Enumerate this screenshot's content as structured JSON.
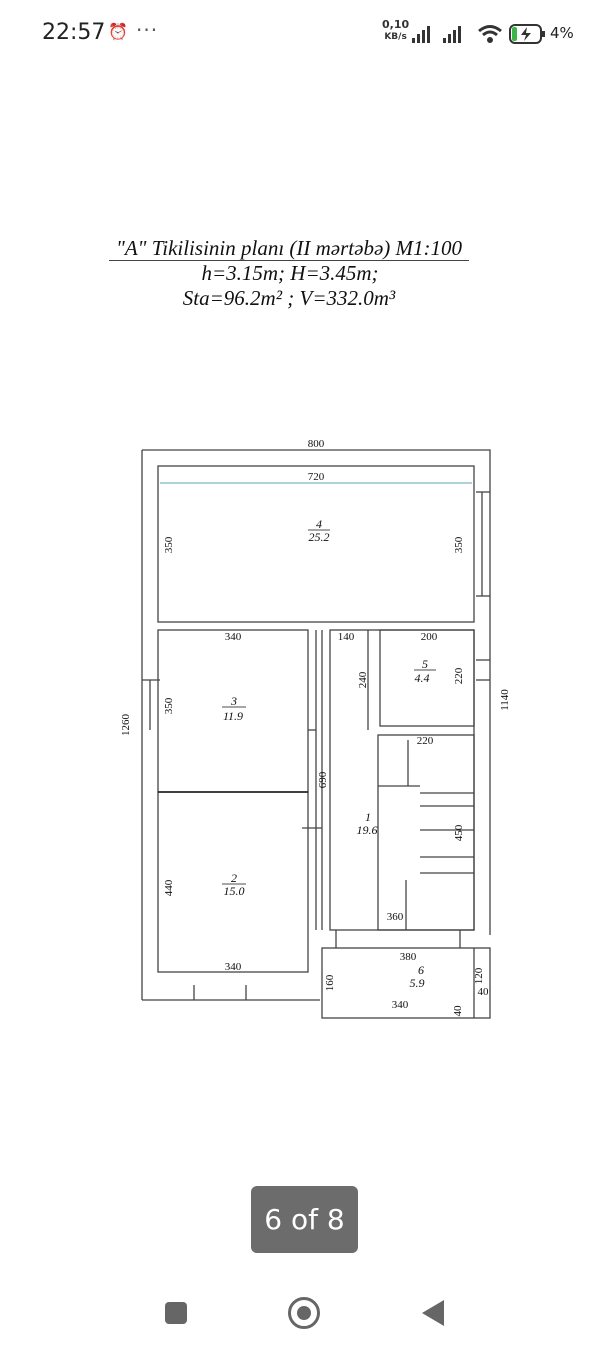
{
  "status_bar": {
    "time": "22:57",
    "alarm_icon": "alarm-clock-icon",
    "more": "···",
    "net_speed_value": "0,10",
    "net_speed_unit": "KB/s",
    "signal_icons": [
      "signal-icon",
      "signal-icon"
    ],
    "wifi_icon": "wifi-icon",
    "battery_icon": "battery-charging-icon",
    "battery_percent": "4%"
  },
  "document": {
    "title_line1": "\"A\" Tikilisinin planı (II mərtəbə) M1:100",
    "title_line2": "h=3.15m; H=3.45m;",
    "title_line3": "Sta=96.2m² ; V=332.0m³"
  },
  "plan": {
    "dimensions": {
      "top_overall": "800",
      "top_inner": "720",
      "left_overall": "1260",
      "right_overall": "1140",
      "room4_left": "350",
      "room4_right": "350",
      "room3_top": "340",
      "room3_left": "350",
      "room2_left": "440",
      "room2_bottom": "340",
      "corridor_top": "140",
      "corridor_height": "690",
      "room5_top": "200",
      "room5_left": "240",
      "room5_right": "220",
      "stair_top": "220",
      "stair_right": "450",
      "room1_bottom": "360",
      "room6_top": "380",
      "room6_left": "160",
      "room6_bottom": "340",
      "room6_right_a": "120",
      "room6_right_b": "40",
      "room6_right_c": "40"
    },
    "rooms": [
      {
        "number": "4",
        "area": "25.2"
      },
      {
        "number": "5",
        "area": "4.4"
      },
      {
        "number": "3",
        "area": "11.9"
      },
      {
        "number": "1",
        "area": "19.6"
      },
      {
        "number": "2",
        "area": "15.0"
      },
      {
        "number": "6",
        "area": "5.9"
      }
    ]
  },
  "viewer": {
    "page_indicator": "6 of 8"
  },
  "nav_bar": {
    "recents_icon": "recents-square-icon",
    "home_icon": "home-circle-icon",
    "back_icon": "back-triangle-icon"
  }
}
